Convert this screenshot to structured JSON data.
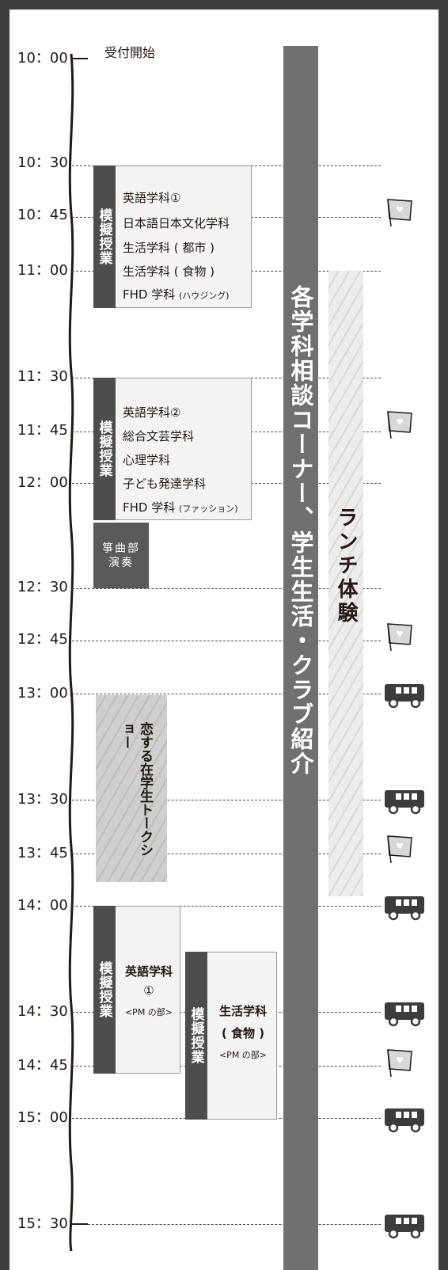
{
  "times": [
    "10：00",
    "10：30",
    "10：45",
    "11：00",
    "11：30",
    "11：45",
    "12：00",
    "12：30",
    "12：45",
    "13：00",
    "13：30",
    "13：45",
    "14：00",
    "14：30",
    "14：45",
    "15：00",
    "15：30"
  ],
  "reception": "受付開始",
  "mock_class_label": "模擬授業",
  "session1": [
    "英語学科①",
    "日本語日本文化学科",
    "生活学科 ( 都市 )",
    "生活学科 ( 食物 )"
  ],
  "session1_fhd": {
    "main": "FHD 学科",
    "sub": "(ハウジング)"
  },
  "session2": [
    "英語学科②",
    "総合文芸学科",
    "心理学科",
    "子ども発達学科"
  ],
  "session2_fhd": {
    "main": "FHD 学科",
    "sub": "(ファッション)"
  },
  "koto": {
    "line1": "箏曲部",
    "line2": "演奏"
  },
  "main_bar": "各学科相談コーナー、学生生活・クラブ紹介",
  "lunch": "ランチ体験",
  "talk": {
    "col1": "恋する在学生",
    "col2": "トークショー"
  },
  "pm1": {
    "line1": "英語学科",
    "line2": "①",
    "line3": "<PM の部>"
  },
  "pm2": {
    "line1": "生活学科",
    "line2": "( 食物 )",
    "line3": "<PM の部>"
  },
  "icons": {
    "flag": "flag-heart-icon",
    "bus": "bus-icon"
  },
  "colors": {
    "frame": "#3c3c3c",
    "label_bg": "#4d4d4d",
    "main_bar": "#707070",
    "box_bg": "#f4f5f3"
  }
}
